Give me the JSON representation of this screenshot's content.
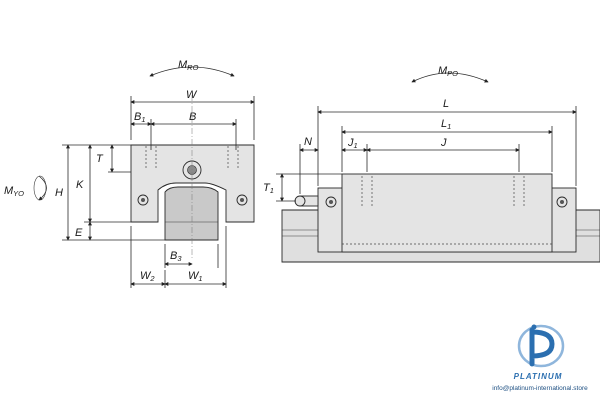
{
  "front_view": {
    "moment": {
      "base": "M",
      "sub": "RO"
    },
    "width": {
      "base": "W",
      "sub": ""
    },
    "b1": {
      "base": "B",
      "sub": "1"
    },
    "b": {
      "base": "B",
      "sub": ""
    },
    "t": {
      "base": "T",
      "sub": ""
    },
    "k": {
      "base": "K",
      "sub": ""
    },
    "h": {
      "base": "H",
      "sub": ""
    },
    "e": {
      "base": "E",
      "sub": ""
    },
    "b3": {
      "base": "B",
      "sub": "3"
    },
    "w2": {
      "base": "W",
      "sub": "2"
    },
    "w1": {
      "base": "W",
      "sub": "1"
    },
    "side_moment": {
      "base": "M",
      "sub": "YO"
    }
  },
  "side_view": {
    "moment": {
      "base": "M",
      "sub": "PO"
    },
    "l": {
      "base": "L",
      "sub": ""
    },
    "l1": {
      "base": "L",
      "sub": "1"
    },
    "n": {
      "base": "N",
      "sub": ""
    },
    "j1": {
      "base": "J",
      "sub": "1"
    },
    "j": {
      "base": "J",
      "sub": ""
    },
    "t1": {
      "base": "T",
      "sub": "1"
    }
  },
  "watermark": {
    "logo_word": "PLATINUM",
    "url": "info@platinum-international.store",
    "accent": "#2b6fb0"
  }
}
